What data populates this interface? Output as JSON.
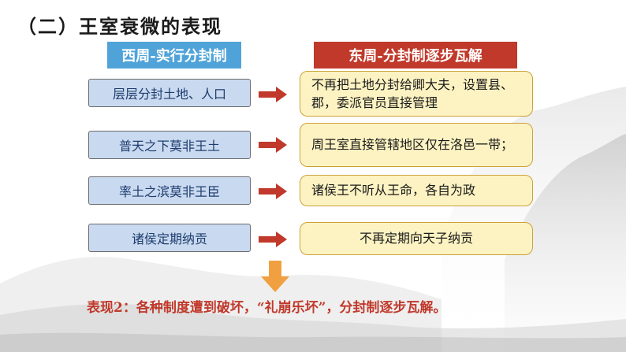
{
  "title": "（二）王室衰微的表现",
  "headers": {
    "left": "西周-实行分封制",
    "right": "东周-分封制逐步瓦解"
  },
  "rows": [
    {
      "left": "层层分封土地、人口",
      "right": "不再把土地分封给卿大夫，设置县、郡，委派官员直接管理"
    },
    {
      "left": "普天之下莫非王土",
      "right": "周王室直接管辖地区仅在洛邑一带；"
    },
    {
      "left": "率土之滨莫非王臣",
      "right": "诸侯王不听从王命，各自为政"
    },
    {
      "left": "诸侯定期纳贡",
      "right": "不再定期向天子纳贡"
    }
  ],
  "summary": "表现2：各种制度遭到破坏，“礼崩乐坏”，分封制逐步瓦解。",
  "colors": {
    "left_header": "#4fa3d8",
    "right_header": "#c0392b",
    "arrow": "#c0392b",
    "down_arrow": "#f0a040",
    "summary_text": "#c0392b"
  }
}
